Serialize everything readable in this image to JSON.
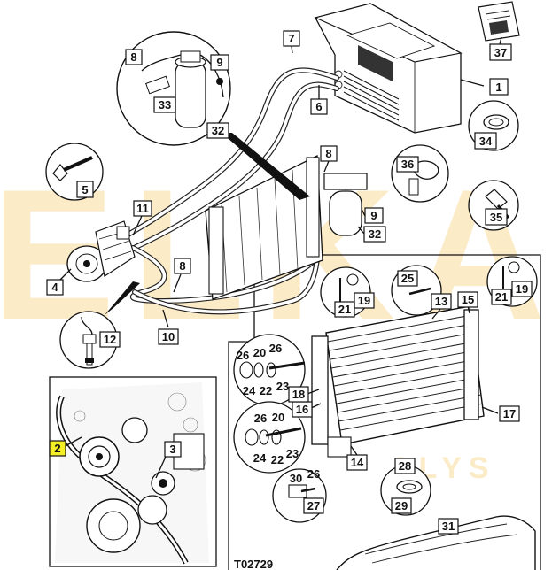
{
  "watermark": {
    "big": "ELKA",
    "small": "ALYS",
    "color": "#f3c254"
  },
  "highlight_color": "#f3ee26",
  "callouts": [
    "1",
    "2",
    "3",
    "4",
    "5",
    "6",
    "7",
    "8",
    "9",
    "10",
    "11",
    "12",
    "13",
    "14",
    "15",
    "16",
    "17",
    "18",
    "19",
    "20",
    "21",
    "22",
    "23",
    "24",
    "25",
    "26",
    "27",
    "28",
    "29",
    "30",
    "31",
    "32",
    "33",
    "34",
    "35",
    "36",
    "37"
  ],
  "footer_code": "T02729"
}
